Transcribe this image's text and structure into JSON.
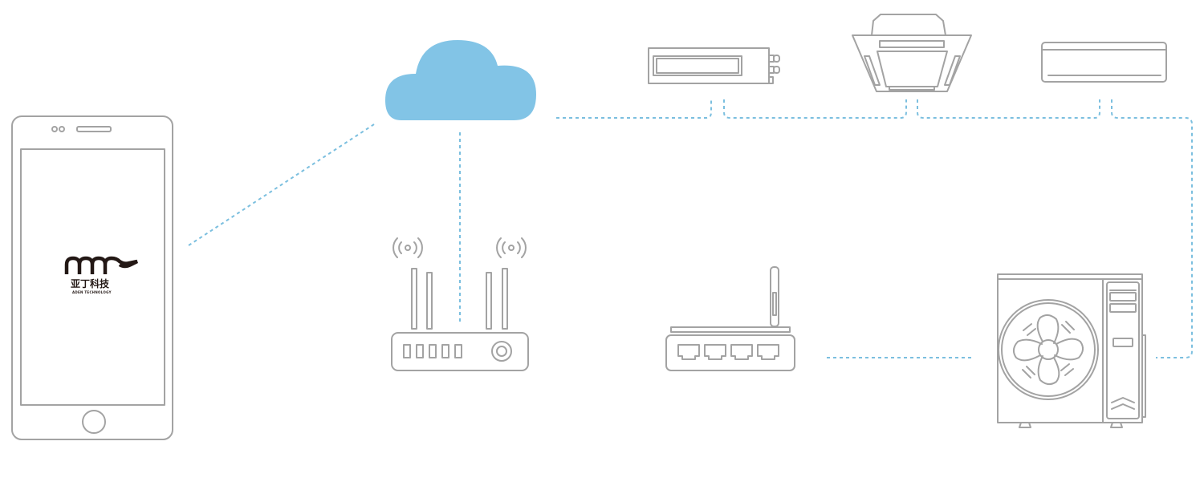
{
  "diagram": {
    "colors": {
      "device_stroke": "#a3a3a3",
      "link": "#7bbfdf",
      "cloud": "#82c4e6",
      "logo": "#231815"
    },
    "logo": {
      "name_cn": "亚丁科技",
      "name_en": "ADEN TECHNOLOGY"
    },
    "nodes": [
      {
        "id": "smartphone",
        "icon": "smartphone-icon"
      },
      {
        "id": "cloud",
        "icon": "cloud-icon"
      },
      {
        "id": "wifi-router",
        "icon": "wifi-router-icon"
      },
      {
        "id": "ducted-indoor-unit",
        "icon": "ducted-ac-icon"
      },
      {
        "id": "cassette-indoor-unit",
        "icon": "cassette-ac-icon"
      },
      {
        "id": "wall-indoor-unit",
        "icon": "wall-ac-icon"
      },
      {
        "id": "gateway",
        "icon": "gateway-icon"
      },
      {
        "id": "outdoor-unit",
        "icon": "outdoor-ac-icon"
      }
    ],
    "edges": [
      {
        "from": "smartphone",
        "to": "cloud"
      },
      {
        "from": "cloud",
        "to": "wifi-router"
      },
      {
        "from": "cloud",
        "to": "indoor-units-bus"
      },
      {
        "from": "indoor-units-bus",
        "to": "outdoor-unit"
      },
      {
        "from": "gateway",
        "to": "outdoor-unit"
      }
    ]
  }
}
